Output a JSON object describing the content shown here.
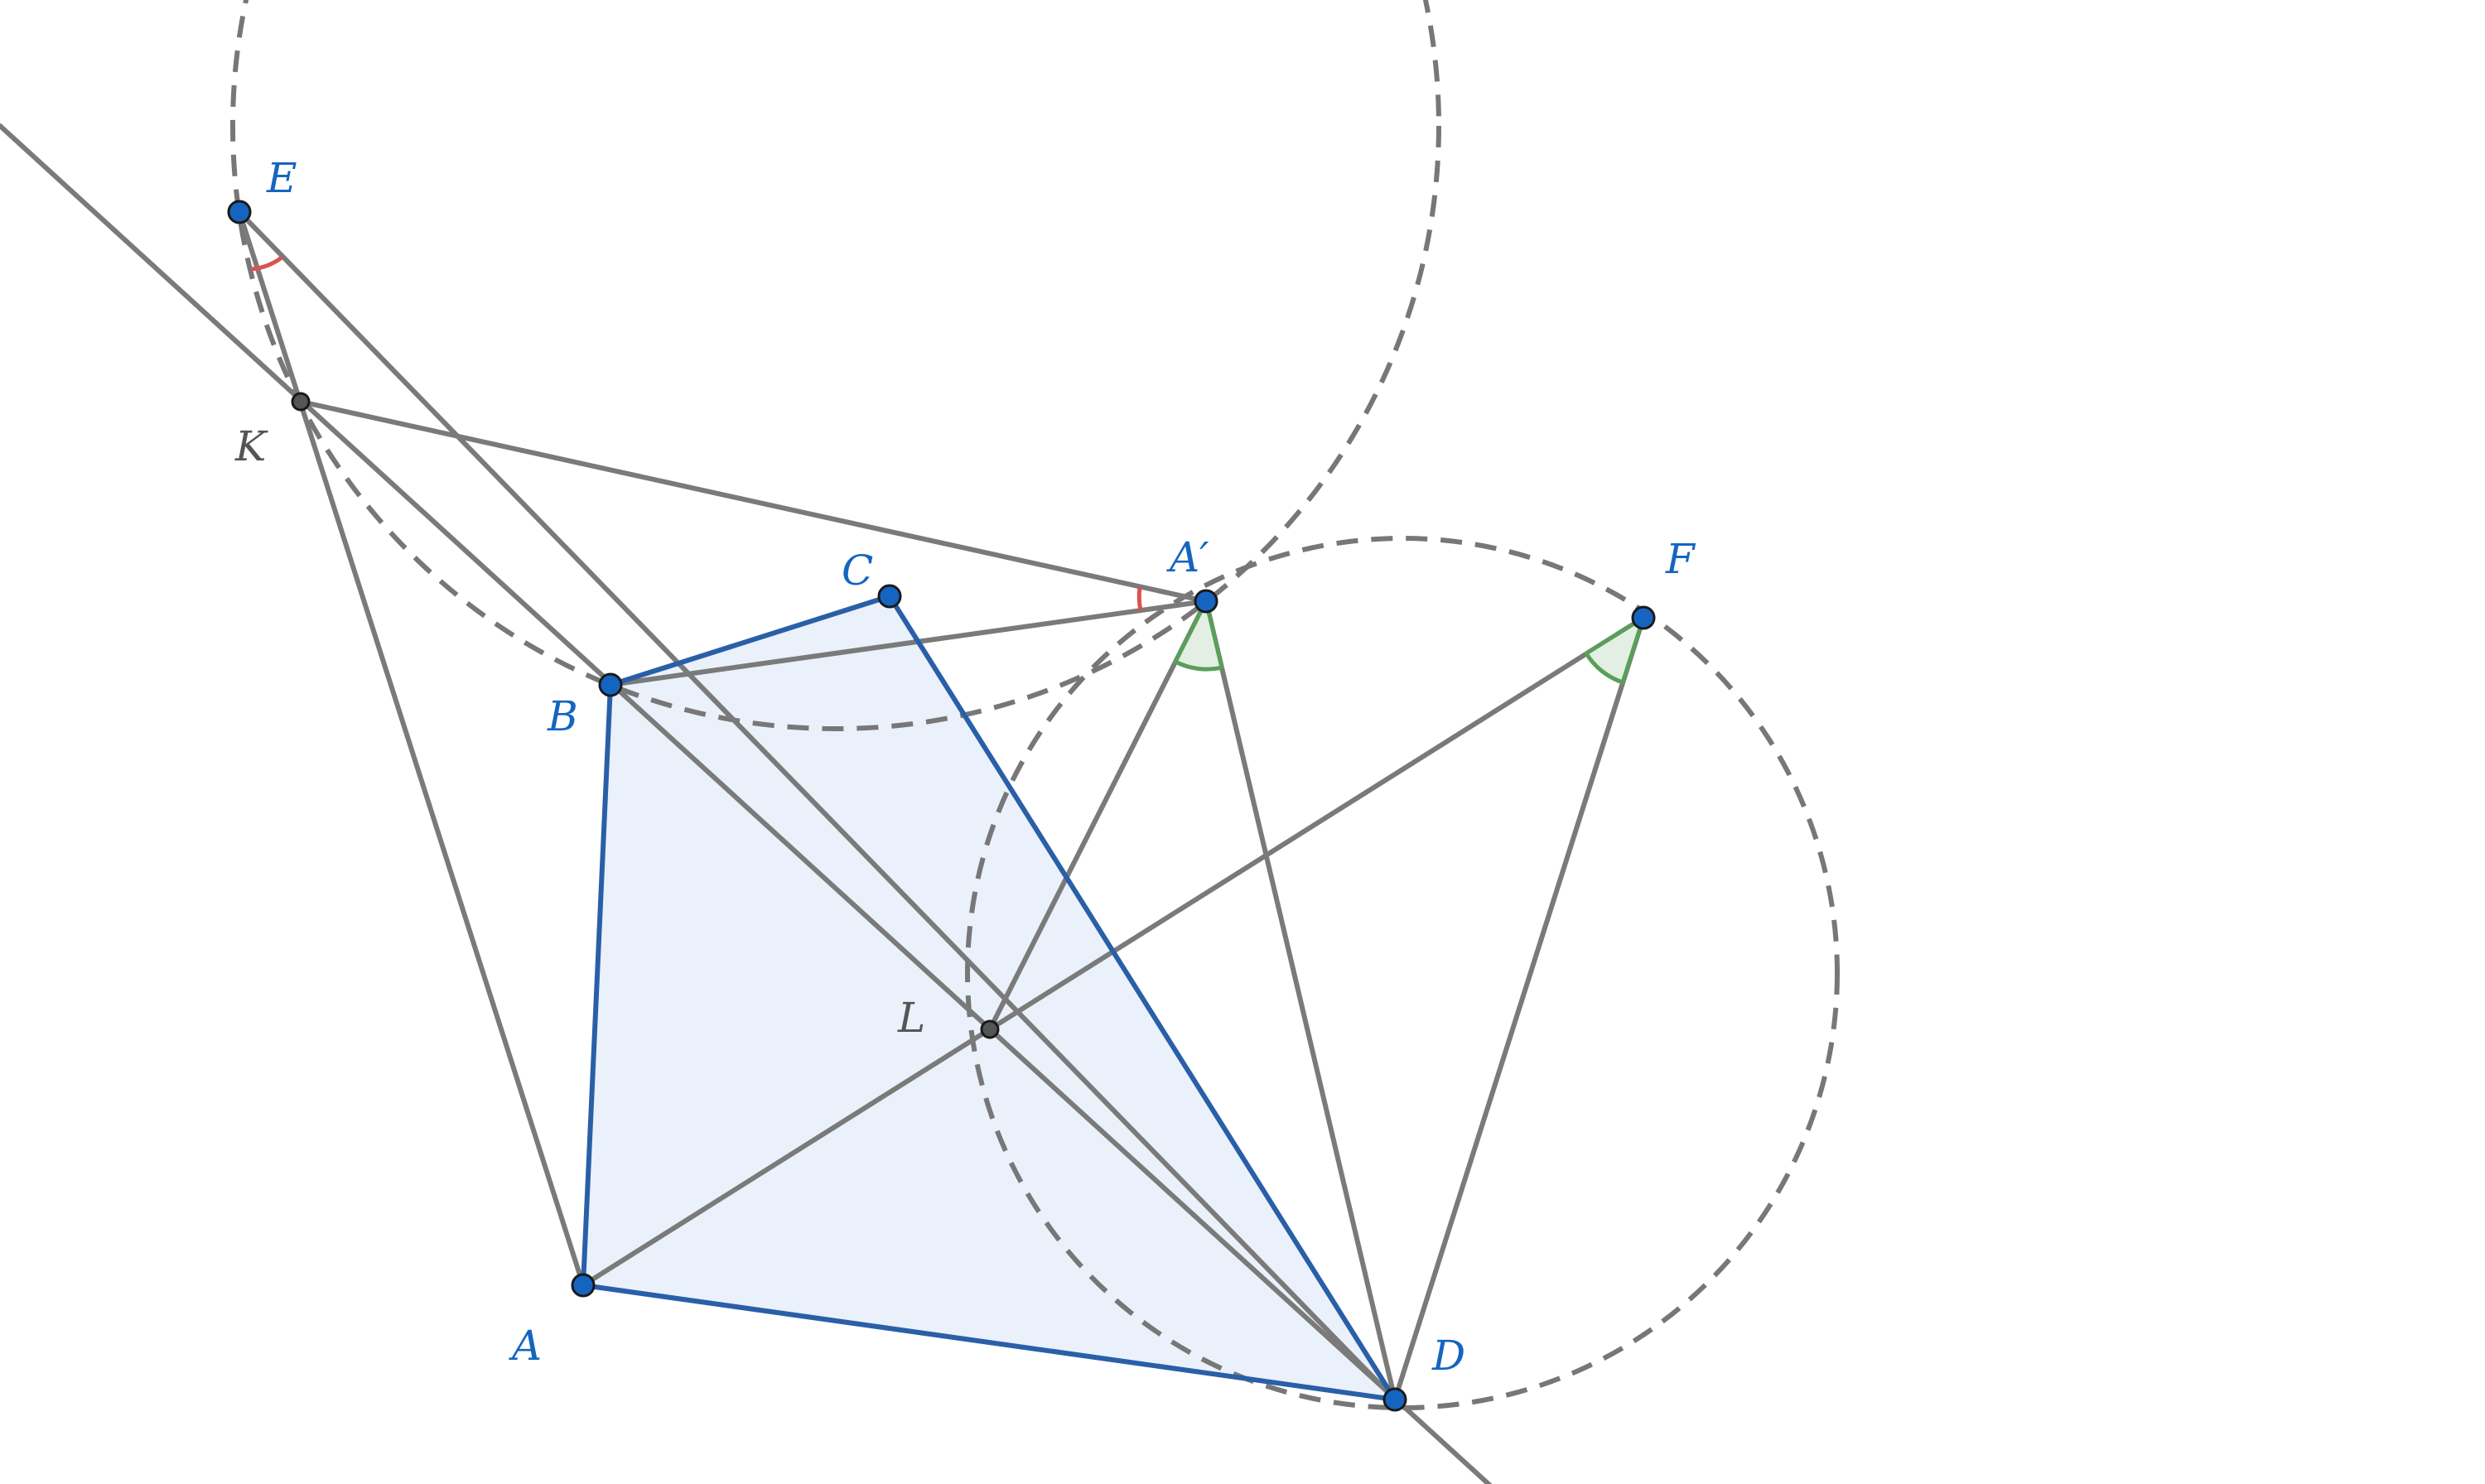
{
  "figure": {
    "colors": {
      "background": "#ffffff",
      "quad_fill": "#eaf1fa",
      "quad_stroke": "#2a5fa8",
      "segment_stroke": "#7a7a7a",
      "circle_stroke": "#777777",
      "free_point": "#1565c0",
      "dependent_point": "#555555",
      "angle_red": "#d9534f",
      "angle_green": "#5a9e5a",
      "angle_green_fill": "#e3efe3"
    },
    "labels": {
      "A": "A",
      "B": "B",
      "C": "C",
      "D": "D",
      "E": "E",
      "F": "F",
      "A_prime": "A′",
      "K": "K",
      "L": "L"
    }
  }
}
